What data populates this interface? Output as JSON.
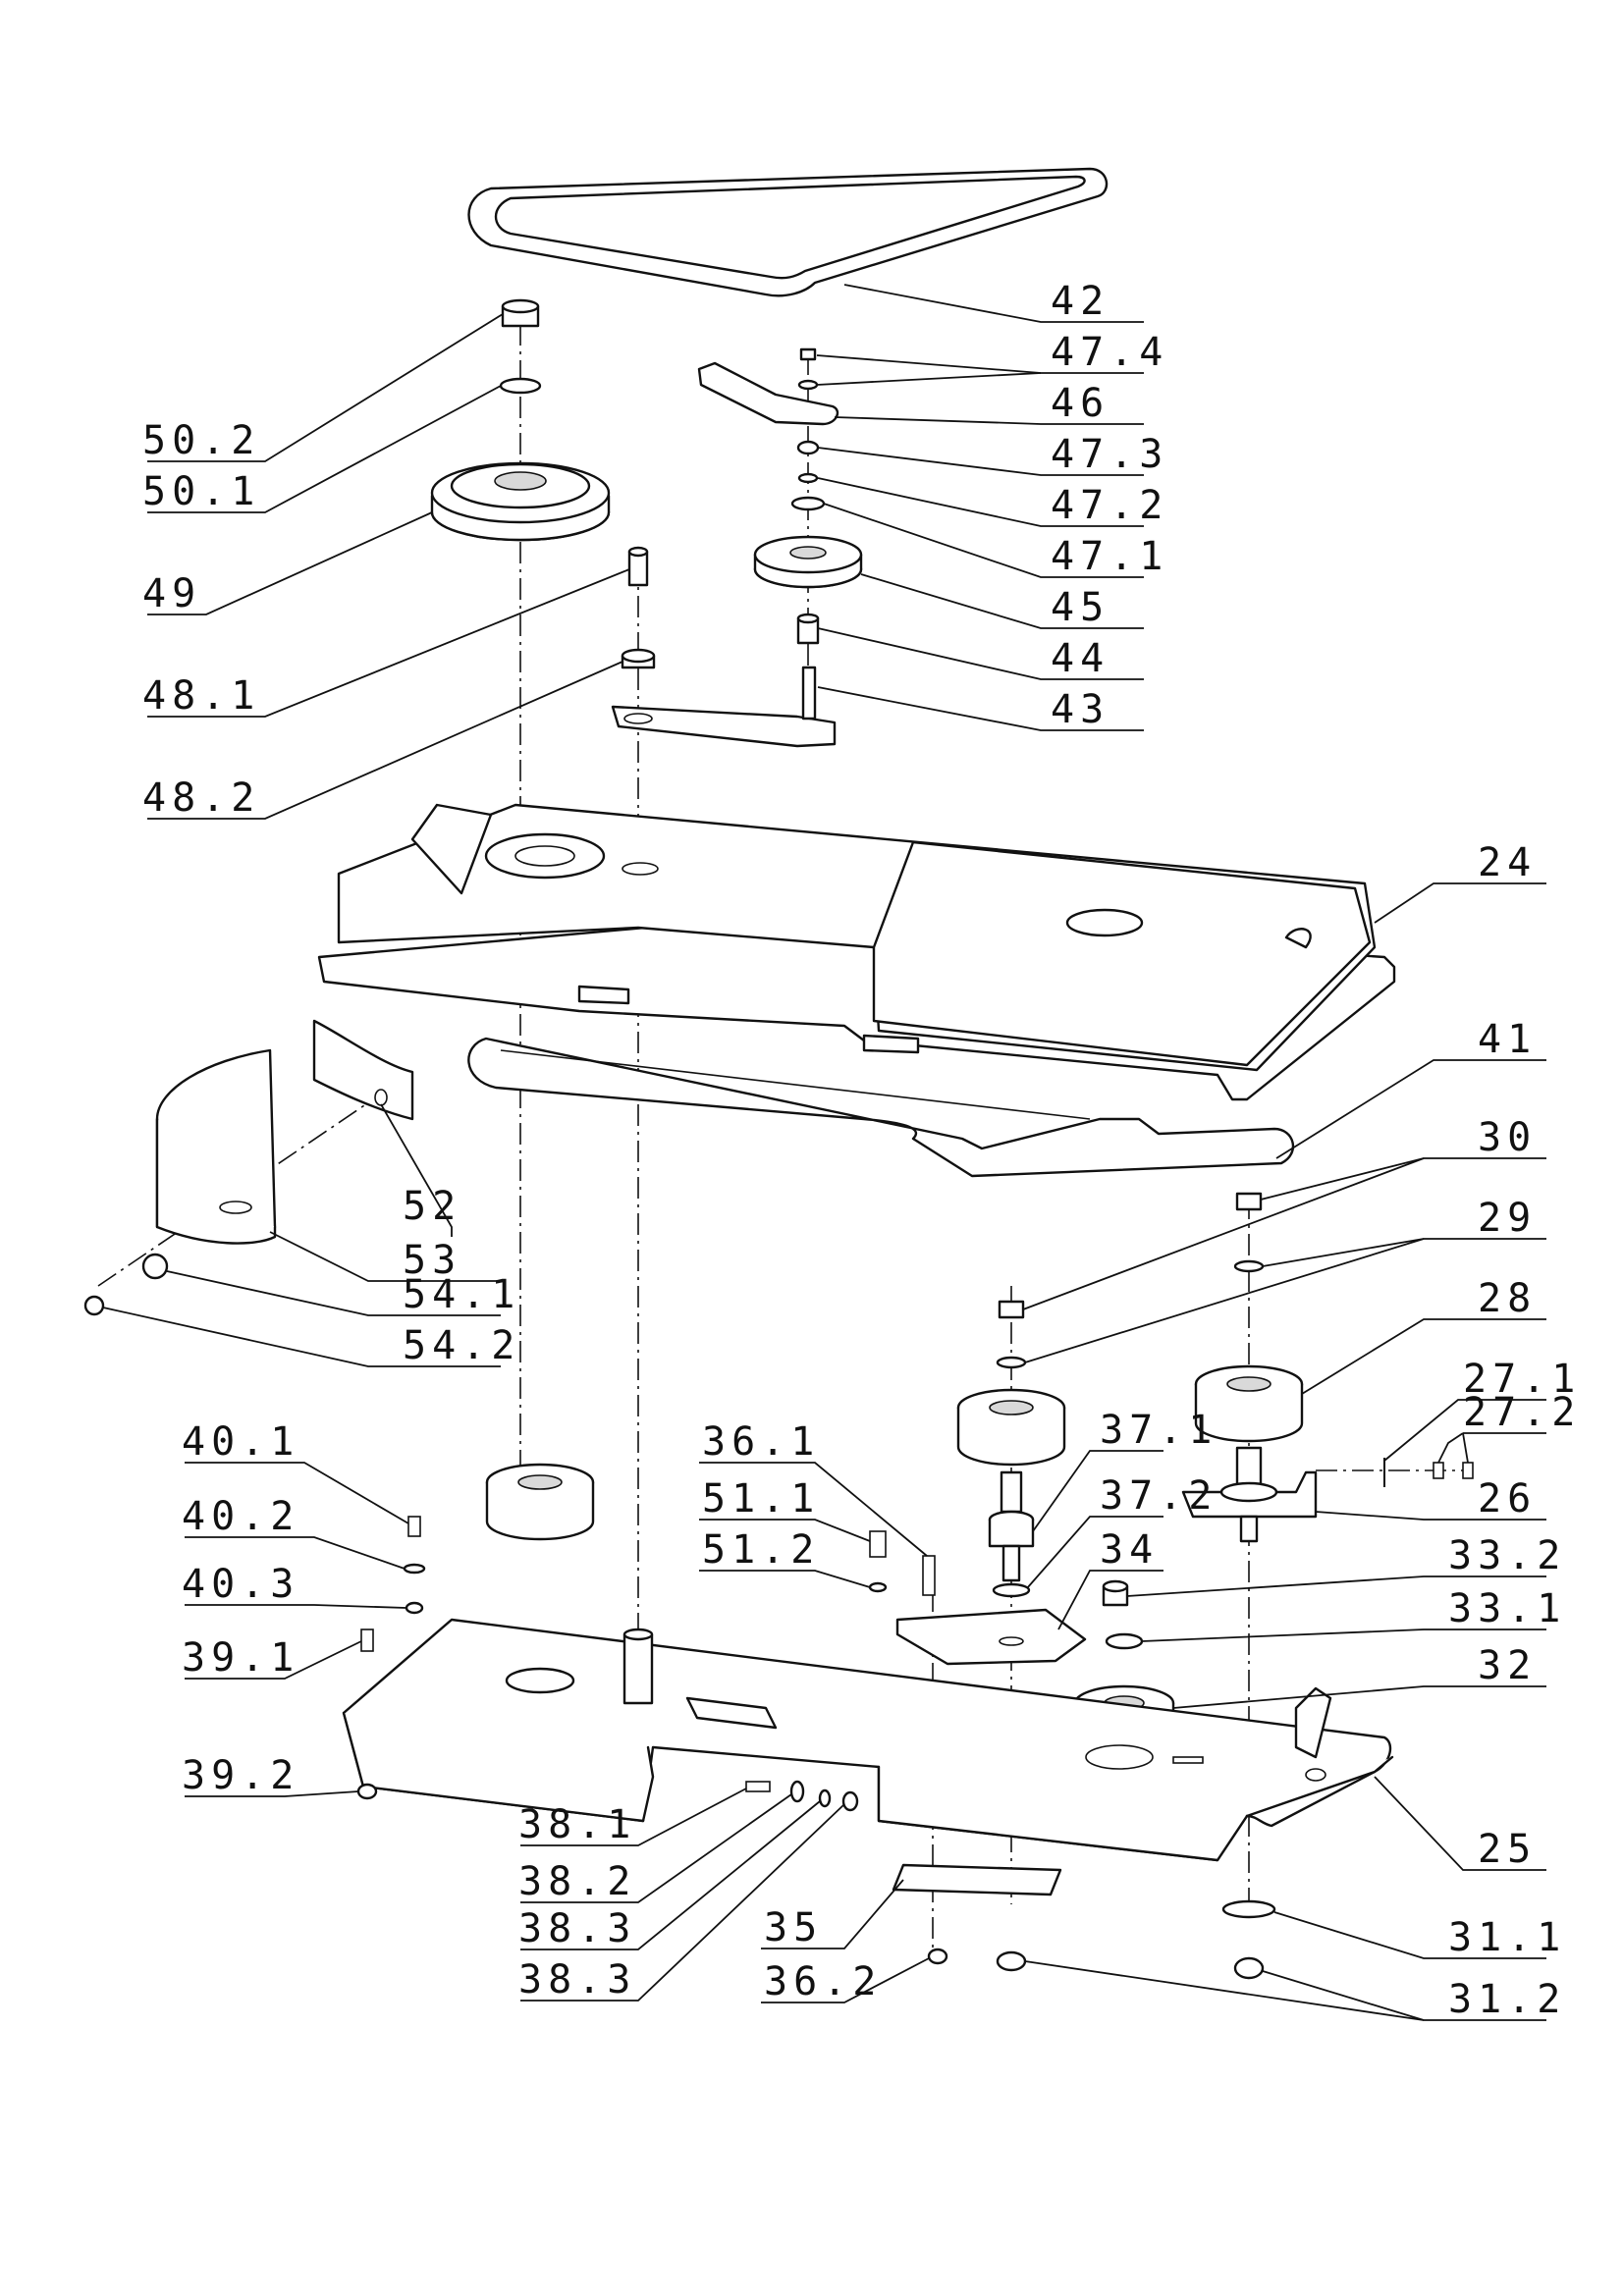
{
  "drawing": {
    "type": "exploded assembly drawing",
    "line_color": "#111111",
    "background": "#ffffff"
  },
  "callouts": [
    {
      "id": "c42",
      "text": "42"
    },
    {
      "id": "c47_4",
      "text": "47.4"
    },
    {
      "id": "c46",
      "text": "46"
    },
    {
      "id": "c47_3",
      "text": "47.3"
    },
    {
      "id": "c47_2",
      "text": "47.2"
    },
    {
      "id": "c47_1",
      "text": "47.1"
    },
    {
      "id": "c45",
      "text": "45"
    },
    {
      "id": "c44",
      "text": "44"
    },
    {
      "id": "c43",
      "text": "43"
    },
    {
      "id": "c50_2",
      "text": "50.2"
    },
    {
      "id": "c50_1",
      "text": "50.1"
    },
    {
      "id": "c49",
      "text": "49"
    },
    {
      "id": "c48_1",
      "text": "48.1"
    },
    {
      "id": "c48_2",
      "text": "48.2"
    },
    {
      "id": "c24",
      "text": "24"
    },
    {
      "id": "c41",
      "text": "41"
    },
    {
      "id": "c30",
      "text": "30"
    },
    {
      "id": "c29",
      "text": "29"
    },
    {
      "id": "c28",
      "text": "28"
    },
    {
      "id": "c27_1",
      "text": "27.1"
    },
    {
      "id": "c27_2",
      "text": "27.2"
    },
    {
      "id": "c26",
      "text": "26"
    },
    {
      "id": "c52",
      "text": "52"
    },
    {
      "id": "c53",
      "text": "53"
    },
    {
      "id": "c54_1",
      "text": "54.1"
    },
    {
      "id": "c54_2",
      "text": "54.2"
    },
    {
      "id": "c40_1",
      "text": "40.1"
    },
    {
      "id": "c40_2",
      "text": "40.2"
    },
    {
      "id": "c40_3",
      "text": "40.3"
    },
    {
      "id": "c39_1",
      "text": "39.1"
    },
    {
      "id": "c39_2",
      "text": "39.2"
    },
    {
      "id": "c36_1",
      "text": "36.1"
    },
    {
      "id": "c51_1",
      "text": "51.1"
    },
    {
      "id": "c51_2",
      "text": "51.2"
    },
    {
      "id": "c37_1",
      "text": "37.1"
    },
    {
      "id": "c37_2",
      "text": "37.2"
    },
    {
      "id": "c34",
      "text": "34"
    },
    {
      "id": "c33_2",
      "text": "33.2"
    },
    {
      "id": "c33_1",
      "text": "33.1"
    },
    {
      "id": "c32",
      "text": "32"
    },
    {
      "id": "c25",
      "text": "25"
    },
    {
      "id": "c38_1",
      "text": "38.1"
    },
    {
      "id": "c38_2",
      "text": "38.2"
    },
    {
      "id": "c38_3a",
      "text": "38.3"
    },
    {
      "id": "c38_3b",
      "text": "38.3"
    },
    {
      "id": "c35",
      "text": "35"
    },
    {
      "id": "c36_2",
      "text": "36.2"
    },
    {
      "id": "c31_1",
      "text": "31.1"
    },
    {
      "id": "c31_2",
      "text": "31.2"
    }
  ]
}
